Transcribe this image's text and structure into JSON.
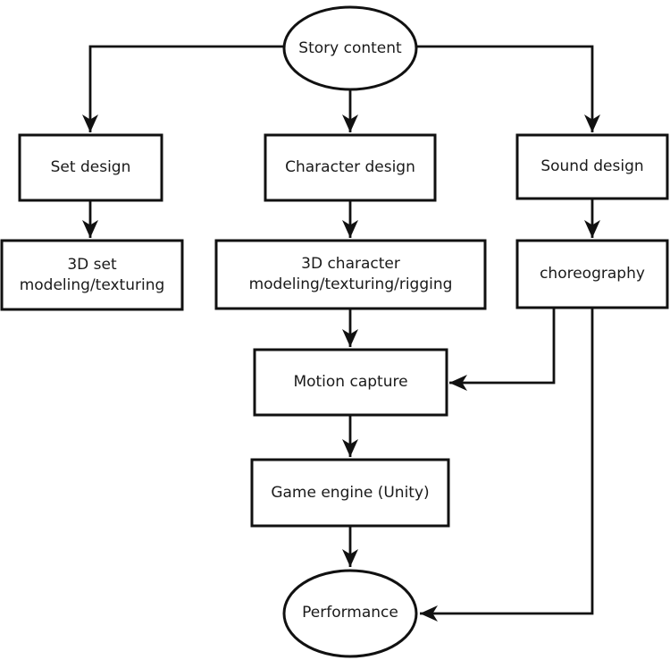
{
  "diagram": {
    "type": "flowchart",
    "colors": {
      "background": "#ffffff",
      "line": "#111111",
      "text": "#1a1a1a"
    },
    "nodes": {
      "story_content": {
        "label": "Story content",
        "shape": "ellipse"
      },
      "set_design": {
        "label": "Set design",
        "shape": "rect"
      },
      "character_design": {
        "label": "Character design",
        "shape": "rect"
      },
      "sound_design": {
        "label": "Sound design",
        "shape": "rect"
      },
      "set_3d": {
        "label": "3D set\nmodeling/texturing",
        "shape": "rect"
      },
      "character_3d": {
        "label": "3D character\nmodeling/texturing/rigging",
        "shape": "rect"
      },
      "choreography": {
        "label": "choreography",
        "shape": "rect"
      },
      "motion_capture": {
        "label": "Motion capture",
        "shape": "rect"
      },
      "game_engine": {
        "label": "Game engine (Unity)",
        "shape": "rect"
      },
      "performance": {
        "label": "Performance",
        "shape": "ellipse"
      }
    },
    "edges": [
      {
        "from": "story_content",
        "to": "set_design"
      },
      {
        "from": "story_content",
        "to": "character_design"
      },
      {
        "from": "story_content",
        "to": "sound_design"
      },
      {
        "from": "set_design",
        "to": "set_3d"
      },
      {
        "from": "character_design",
        "to": "character_3d"
      },
      {
        "from": "sound_design",
        "to": "choreography"
      },
      {
        "from": "character_3d",
        "to": "motion_capture"
      },
      {
        "from": "choreography",
        "to": "motion_capture"
      },
      {
        "from": "motion_capture",
        "to": "game_engine"
      },
      {
        "from": "game_engine",
        "to": "performance"
      },
      {
        "from": "choreography",
        "to": "performance"
      }
    ]
  }
}
